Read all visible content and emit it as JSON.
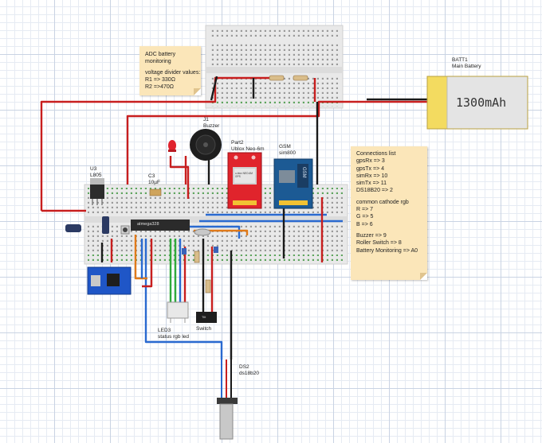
{
  "notes": {
    "adc": {
      "title": [
        "ADC  battery",
        "monitoring"
      ],
      "subtitle": "voltage divider values:",
      "values": [
        "R1 => 330Ω",
        "R2 =>470Ω"
      ]
    },
    "connections": {
      "header": "Connections list",
      "pins": [
        "gpsRx => 3",
        "gpsTx => 4",
        "simRx => 10",
        "simTx => 11",
        "DS18B20 => 2"
      ],
      "rgb_header": "common cathode rgb",
      "rgb": [
        "R => 7",
        "G => 5",
        "B => 6"
      ],
      "other": [
        "Buzzer => 9",
        "Roller Switch => 8",
        "Battery Monitoring => A0"
      ]
    }
  },
  "components": {
    "battery": {
      "ref": "BATT1",
      "name": "Main Battery",
      "text": "1300mAh"
    },
    "buzzer": {
      "ref": "J1",
      "name": "Buzzer"
    },
    "gps": {
      "ref": "Part2",
      "name": "Ublox Neo-6m",
      "chip": "u-blox NEO-6M GPS"
    },
    "gsm": {
      "ref": "GSM",
      "name": "sim800",
      "chip": "GSM"
    },
    "regulator": {
      "ref": "U3",
      "name": "L805"
    },
    "capacitor": {
      "ref": "C3",
      "name": "10µF"
    },
    "mcu": {
      "name": "atmega328"
    },
    "led": {
      "ref": "LED3",
      "name": "status rgb led"
    },
    "switch": {
      "ref": "Switch",
      "chip": "Tilt"
    },
    "sensor": {
      "ref": "DS2",
      "name": "ds18b20"
    }
  },
  "colors": {
    "wire_red": "#c81e1e",
    "wire_black": "#1a1a1a",
    "wire_blue": "#2a6ad0",
    "wire_orange": "#e07a1a",
    "wire_green": "#2faa3a",
    "wire_gray": "#8a8a8a",
    "breadboard": "#e9e9e9",
    "gps_board": "#e0242c",
    "gsm_board": "#1c5a94",
    "note": "#fbe6b9",
    "battery": "#f3db60"
  }
}
